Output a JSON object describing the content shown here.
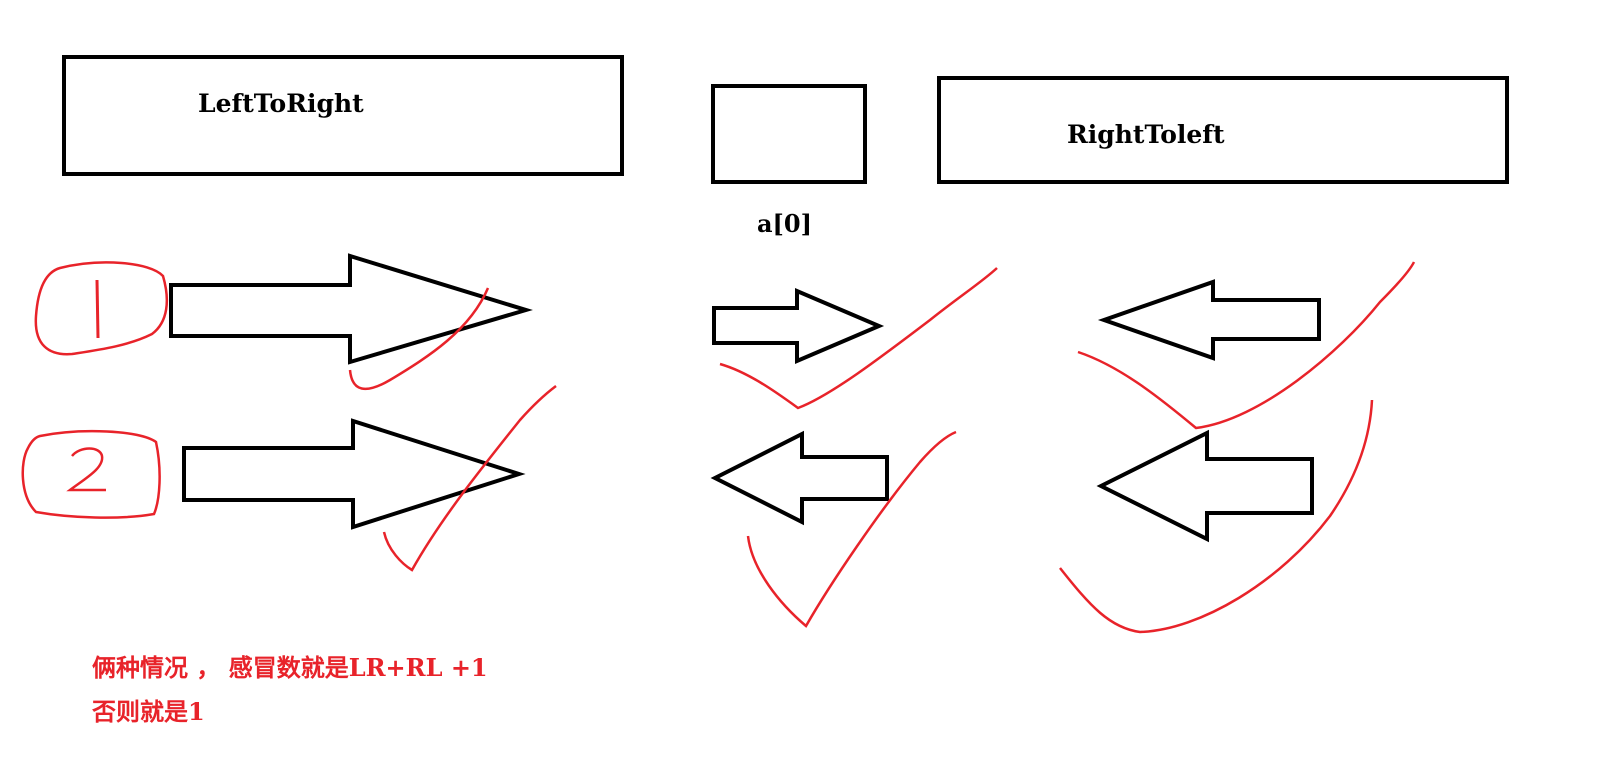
{
  "boxes": {
    "left_label": "LeftToRight",
    "middle_index": "a[0]",
    "right_label": "RightToleft"
  },
  "cases": {
    "first": "1",
    "second": "2"
  },
  "notes": {
    "line1": "俩种情况 ， 感冒数就是LR+RL +1",
    "line2": "否则就是1"
  },
  "colors": {
    "ink": "#000000",
    "annotation": "#e8232a"
  }
}
